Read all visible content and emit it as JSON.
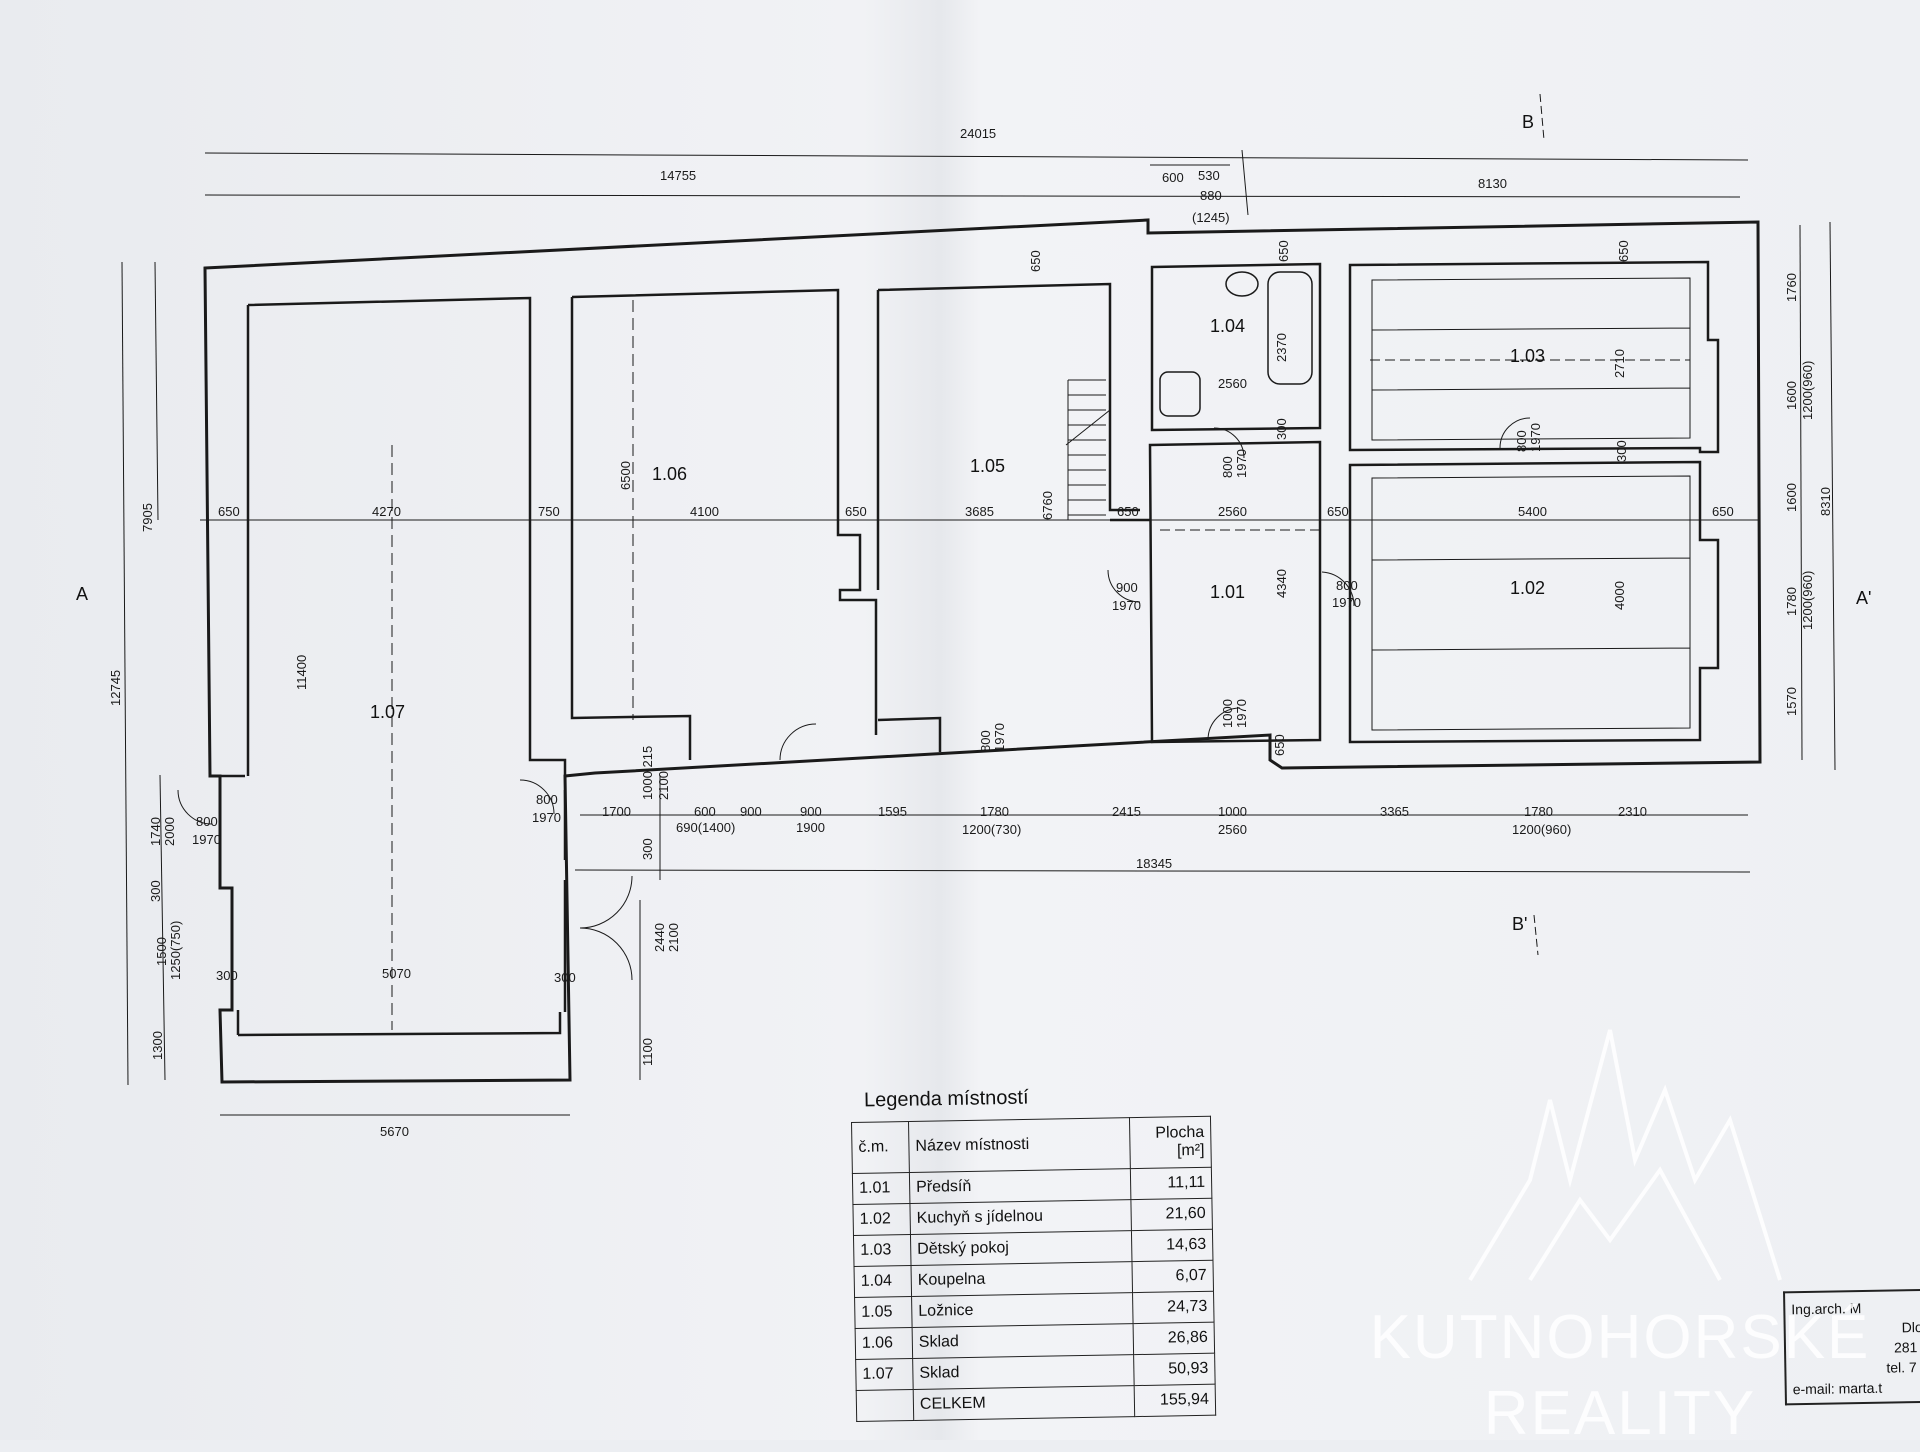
{
  "dimensions": {
    "overall_width": "24015",
    "left_width": "14755",
    "d600": "600",
    "d530": "530",
    "d880": "880",
    "d1245": "(1245)",
    "right_width": "8130",
    "top_650a": "650",
    "top_650b": "650",
    "top_650c": "650",
    "wall_650_l": "650",
    "room107_w": "4270",
    "wall_750": "750",
    "room106_w": "4100",
    "wall_650_m": "650",
    "room105_w": "3685",
    "wall_650_n": "650",
    "room101_w": "2560",
    "wall_650_o": "650",
    "room102_w": "5400",
    "wall_650_p": "650",
    "room106_h": "6500",
    "room105_h": "6760",
    "room104_w": "2560",
    "room104_h": "2370",
    "room103_h": "2710",
    "room101_h": "4340",
    "room102_h": "4000",
    "room107_h": "11400",
    "door_800_1970_a": "800",
    "door_800_1970_a2": "1970",
    "door_800_1970_b": "800",
    "door_800_1970_b2": "1970",
    "door_900_1970": "900",
    "door_900_1970_2": "1970",
    "door_800_1970_c": "800",
    "door_800_1970_c2": "1970",
    "door_1000_1970": "1000",
    "door_1000_1970_2": "1970",
    "d300_a": "300",
    "d300_b": "300",
    "d650_bot": "650",
    "left_7905": "7905",
    "left_12745": "12745",
    "left_1740": "1740",
    "left_2000": "2000",
    "left_300": "300",
    "left_1500": "1500",
    "left_1250": "1250(750)",
    "left_1300": "1300",
    "entry_800": "800",
    "entry_1970": "1970",
    "entry_b_800": "800",
    "entry_b_1970": "1970",
    "right_1760": "1760",
    "right_1600a": "1600",
    "right_1200_960a": "1200(960)",
    "right_1600b": "1600",
    "right_8310": "8310",
    "right_1780": "1780",
    "right_1200_960b": "1200(960)",
    "right_1570": "1570",
    "bot_1700": "1700",
    "bot_600": "600",
    "bot_900a": "900",
    "bot_900b": "900",
    "bot_1595": "1595",
    "bot_1780": "1780",
    "bot_2415": "2415",
    "bot_1000": "1000",
    "bot_3365": "3365",
    "bot_1780b": "1780",
    "bot_2310": "2310",
    "bot_690": "690(1400)",
    "bot_1900": "1900",
    "bot_1200_730": "1200(730)",
    "bot_2560": "2560",
    "bot_1200_960": "1200(960)",
    "bot_18345": "18345",
    "bot_1000_215": "1000 215",
    "bot_2100": "2100",
    "porch_300": "300",
    "porch_2440": "2440",
    "porch_2100": "2100",
    "porch_1100": "1100",
    "d300_l": "300",
    "room107_bw": "5070",
    "d300_r": "300",
    "outer_5670": "5670"
  },
  "section_marks": {
    "b_top": "B",
    "b_bottom": "B'",
    "a_left": "A",
    "a_right": "A'"
  },
  "rooms": [
    {
      "id": "1.01"
    },
    {
      "id": "1.02"
    },
    {
      "id": "1.03"
    },
    {
      "id": "1.04"
    },
    {
      "id": "1.05"
    },
    {
      "id": "1.06"
    },
    {
      "id": "1.07"
    }
  ],
  "legend": {
    "title": "Legenda místností",
    "headers": {
      "num": "č.m.",
      "name": "Název místnosti",
      "area": "Plocha [m²]"
    },
    "rows": [
      {
        "num": "1.01",
        "name": "Předsíň",
        "area": "11,11"
      },
      {
        "num": "1.02",
        "name": "Kuchyň s jídelnou",
        "area": "21,60"
      },
      {
        "num": "1.03",
        "name": "Dětský pokoj",
        "area": "14,63"
      },
      {
        "num": "1.04",
        "name": "Koupelna",
        "area": "6,07"
      },
      {
        "num": "1.05",
        "name": "Ložnice",
        "area": "24,73"
      },
      {
        "num": "1.06",
        "name": "Sklad",
        "area": "26,86"
      },
      {
        "num": "1.07",
        "name": "Sklad",
        "area": "50,93"
      }
    ],
    "total": {
      "num": "",
      "name": "CELKEM",
      "area": "155,94"
    }
  },
  "stamp": {
    "line1": "Ing.arch. M",
    "line2": "Dlo",
    "line3": "281",
    "line4": "tel. 7",
    "line5": "e-mail: marta.t"
  },
  "watermark": {
    "line1": "KUTNOHORSKÉ",
    "line2": "REALITY"
  }
}
